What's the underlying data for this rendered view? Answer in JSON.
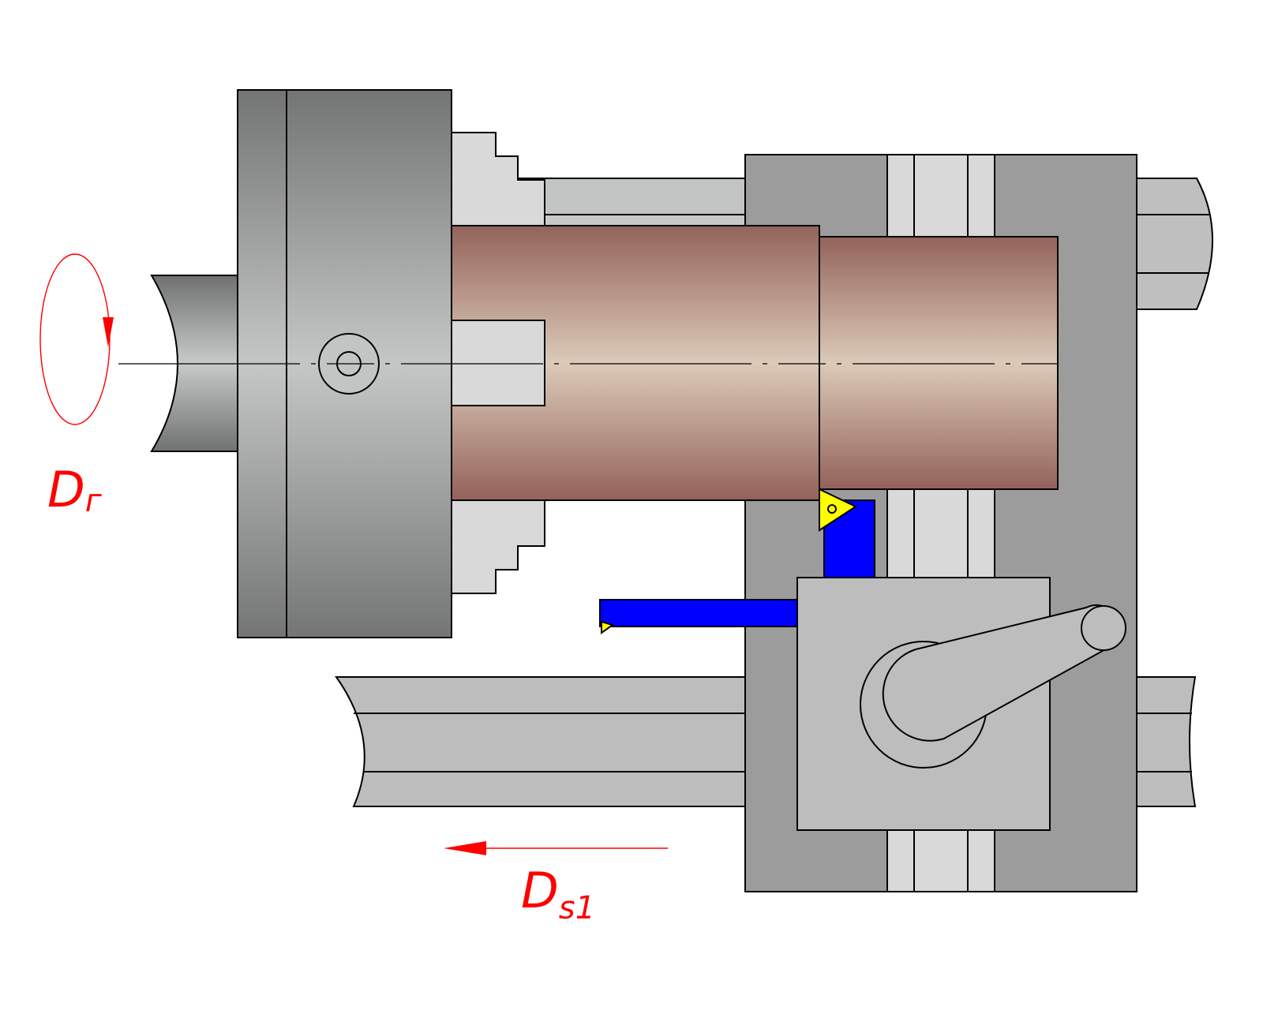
{
  "labels": {
    "rotation": {
      "main": "D",
      "sub": "г"
    },
    "feed": {
      "main": "D",
      "sub": "s1"
    }
  },
  "colors": {
    "annotation": "#ff0000",
    "workpiece": "#9a6a5e",
    "workpiece_light": "#dcc9b8",
    "cutting_tool": "#0000ff",
    "insert": "#ffff00",
    "metal_dark": "#7a7b7b",
    "metal_light": "#c4c5c5",
    "carriage": "#9c9c9c",
    "rail": "#bdbdbd",
    "jaw": "#d9d9d9"
  }
}
